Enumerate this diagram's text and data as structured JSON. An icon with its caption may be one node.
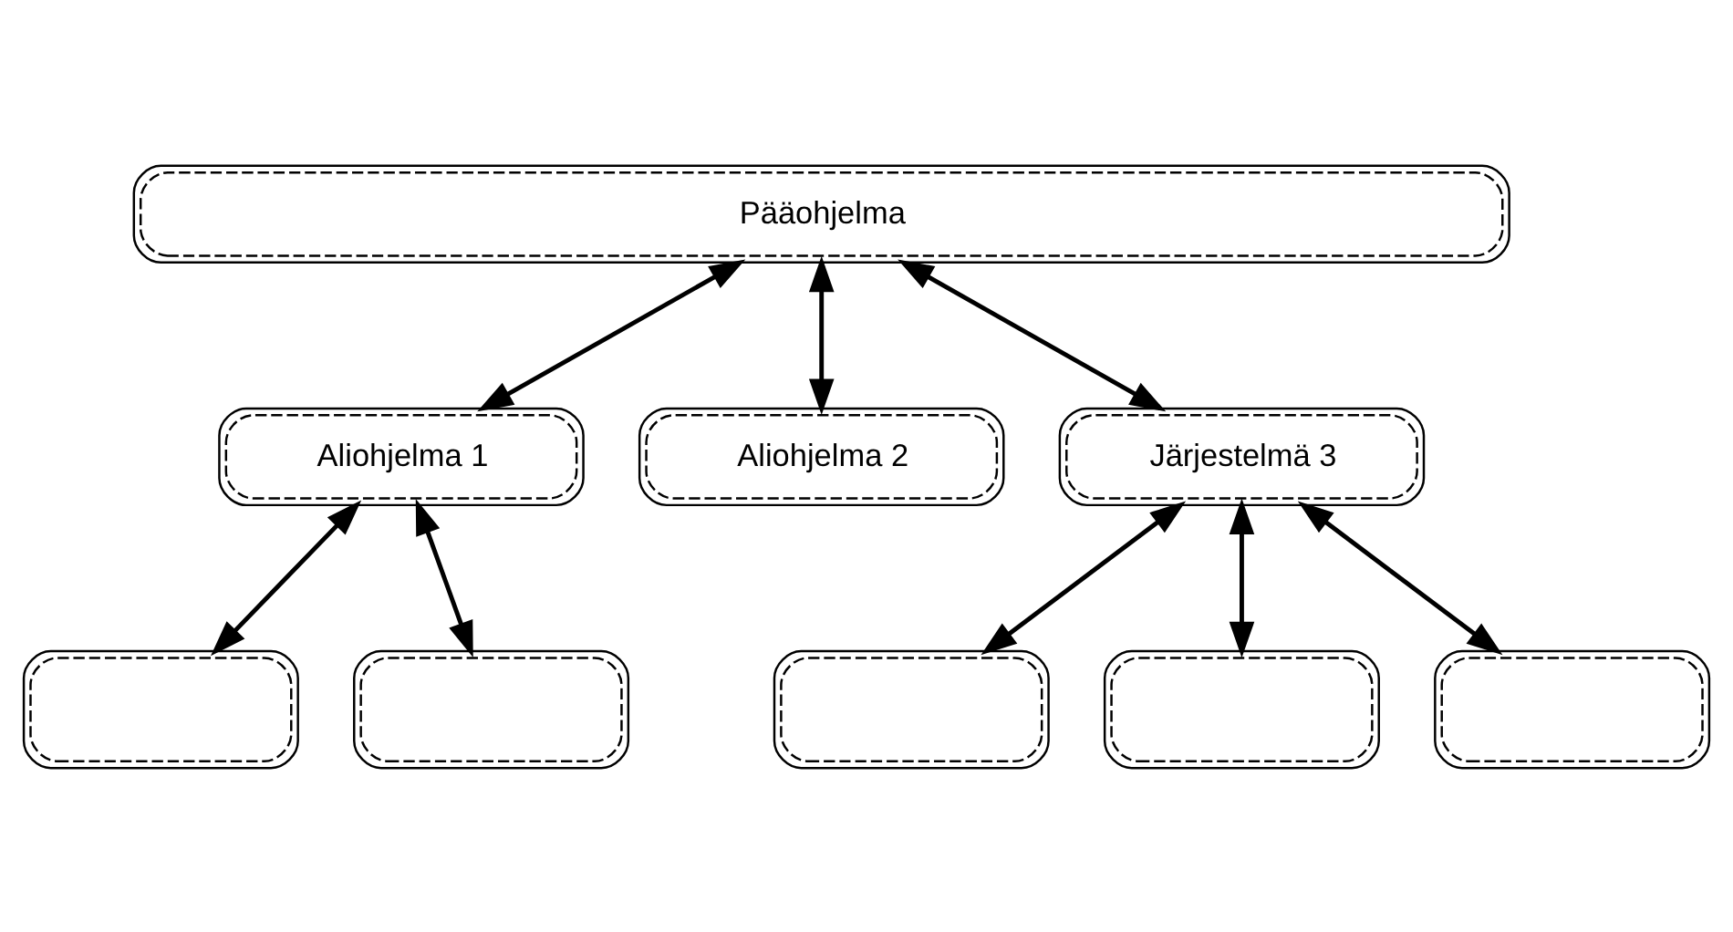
{
  "diagram": {
    "nodes": [
      {
        "text": [
          "Pääohjelma"
        ]
      },
      {
        "text": [
          "Aliohjelma 1"
        ]
      },
      {
        "text": [
          "Aliohjelma 2"
        ]
      },
      {
        "text": [
          "Järjestelmä 3"
        ]
      },
      {
        "text": [],
        "shape": "box"
      },
      {
        "text": [],
        "shape": "box"
      },
      {
        "text": [],
        "shape": "box"
      },
      {
        "text": [],
        "shape": "box"
      },
      {
        "text": [],
        "shape": "box"
      }
    ],
    "edges": [
      {
        "from": 0,
        "to": 1,
        "arrow": "both"
      },
      {
        "from": 0,
        "to": 2,
        "arrow": "both"
      },
      {
        "from": 0,
        "to": 3,
        "arrow": "both"
      },
      {
        "from": 1,
        "to": 4,
        "arrow": "both"
      },
      {
        "from": 1,
        "to": 5,
        "arrow": "both"
      },
      {
        "from": 3,
        "to": 6,
        "arrow": "both"
      },
      {
        "from": 3,
        "to": 7,
        "arrow": "both"
      },
      {
        "from": 3,
        "to": 8,
        "arrow": "both"
      }
    ]
  }
}
